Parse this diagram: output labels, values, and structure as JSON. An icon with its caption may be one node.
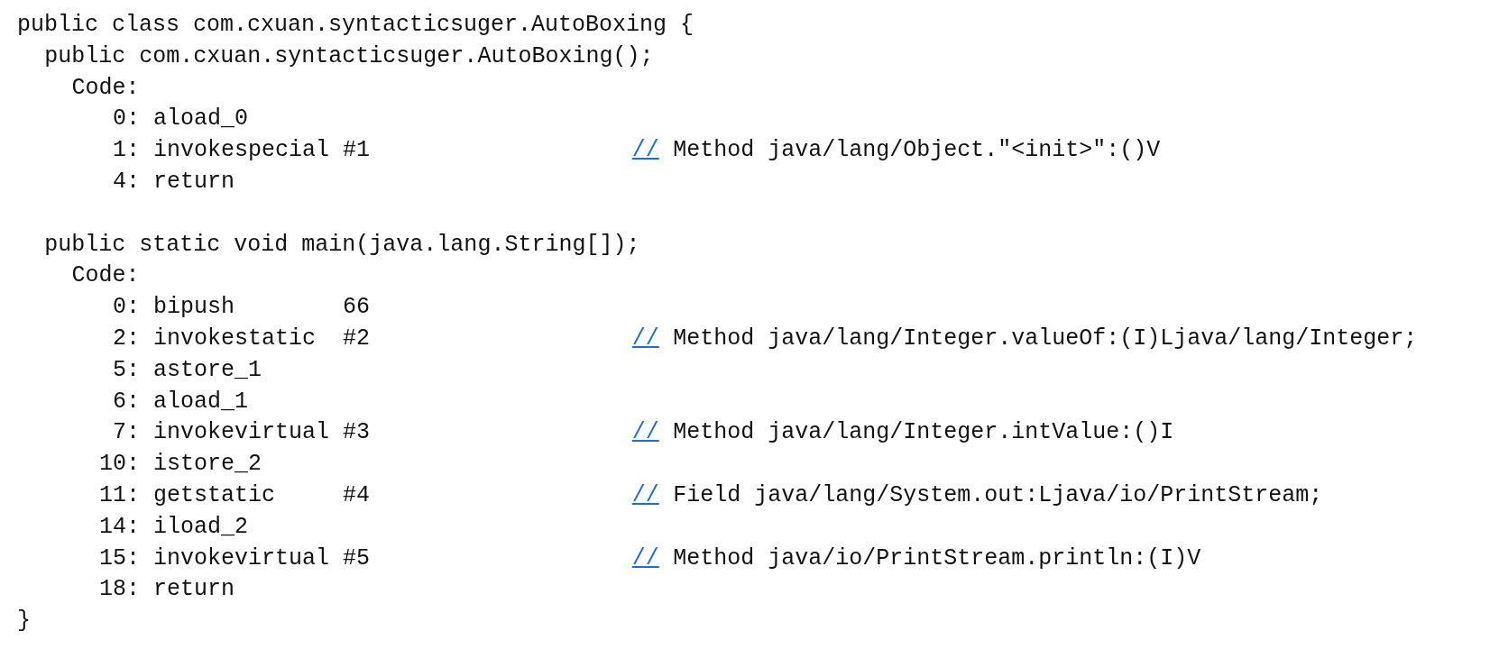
{
  "diagram": {
    "labels": [
      "public class com.cxuan.syntacticsuger.AutoBoxing {",
      "public com.cxuan.syntacticsuger.AutoBoxing();",
      "Code:",
      "0: aload_0",
      "1: invokespecial #1",
      "//",
      "Method java/lang/Object.\"<init>\":()V",
      "4: return",
      "public static void main(java.lang.String[]);",
      "Code:",
      "0: bipush        66",
      "2: invokestatic  #2",
      "//",
      "Method java/lang/Integer.valueOf:(I)Ljava/lang/Integer;",
      "5: astore_1",
      "6: aload_1",
      "7: invokevirtual #3",
      "//",
      "Method java/lang/Integer.intValue:()I",
      "10: istore_2",
      "11: getstatic     #4",
      "//",
      "Field java/lang/System.out:Ljava/io/PrintStream;",
      "14: iload_2",
      "15: invokevirtual #5",
      "//",
      "Method java/io/PrintStream.println:(I)V",
      "18: return",
      "}"
    ]
  }
}
